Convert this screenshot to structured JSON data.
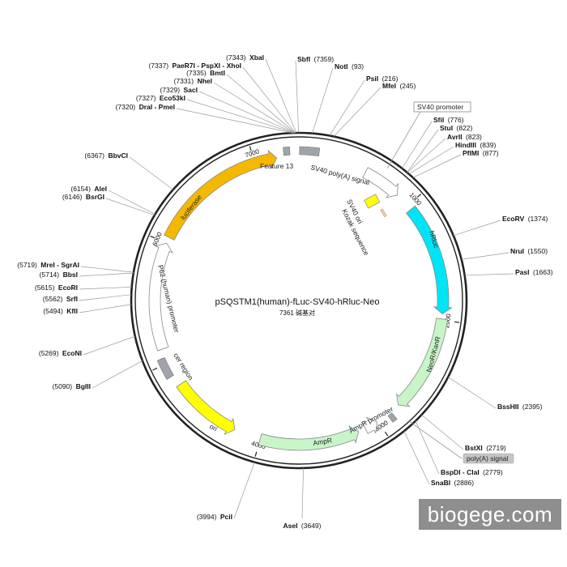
{
  "title": "pSQSTM1(human)-fLuc-SV40-hRluc-Neo",
  "subtitle": "7361 碱基对",
  "watermark": "biogege.com",
  "total_bp": 7361,
  "ticks": [
    1000,
    2000,
    3000,
    4000,
    5000,
    6000,
    7000
  ],
  "sites": [
    {
      "name": "SbfI",
      "pos": 7359,
      "label": "(7359)"
    },
    {
      "name": "NotI",
      "pos": 93,
      "label": "(93)"
    },
    {
      "name": "PsiI",
      "pos": 216,
      "label": "(216)"
    },
    {
      "name": "MfeI",
      "pos": 245,
      "label": "(245)"
    },
    {
      "name": "SfiI",
      "pos": 776,
      "label": "(776)"
    },
    {
      "name": "StuI",
      "pos": 822,
      "label": "(822)"
    },
    {
      "name": "AvrII",
      "pos": 823,
      "label": "(823)"
    },
    {
      "name": "HindIII",
      "pos": 839,
      "label": "(839)"
    },
    {
      "name": "PflMI",
      "pos": 877,
      "label": "(877)"
    },
    {
      "name": "EcoRV",
      "pos": 1374,
      "label": "(1374)"
    },
    {
      "name": "NruI",
      "pos": 1550,
      "label": "(1550)"
    },
    {
      "name": "PasI",
      "pos": 1663,
      "label": "(1663)"
    },
    {
      "name": "BssHII",
      "pos": 2395,
      "label": "(2395)"
    },
    {
      "name": "BstXI",
      "pos": 2719,
      "label": "(2719)"
    },
    {
      "name": "BspDI - ClaI",
      "pos": 2779,
      "label": "(2779)"
    },
    {
      "name": "SnaBI",
      "pos": 2886,
      "label": "(2886)"
    },
    {
      "name": "AseI",
      "pos": 3649,
      "label": "(3649)"
    },
    {
      "name": "PciI",
      "pos": 3994,
      "label": "(3994)"
    },
    {
      "name": "BglII",
      "pos": 5090,
      "label": "(5090)"
    },
    {
      "name": "EcoNI",
      "pos": 5269,
      "label": "(5269)"
    },
    {
      "name": "KflI",
      "pos": 5494,
      "label": "(5494)"
    },
    {
      "name": "SrfI",
      "pos": 5562,
      "label": "(5562)"
    },
    {
      "name": "EcoRI",
      "pos": 5615,
      "label": "(5615)"
    },
    {
      "name": "BbsI",
      "pos": 5714,
      "label": "(5714)"
    },
    {
      "name": "MreI - SgrAI",
      "pos": 5719,
      "label": "(5719)"
    },
    {
      "name": "BsrGI",
      "pos": 6146,
      "label": "(6146)"
    },
    {
      "name": "AleI",
      "pos": 6154,
      "label": "(6154)"
    },
    {
      "name": "BbvCI",
      "pos": 6367,
      "label": "(6367)"
    },
    {
      "name": "DraI - PmeI",
      "pos": 7320,
      "label": "(7320)"
    },
    {
      "name": "Eco53kI",
      "pos": 7327,
      "label": "(7327)"
    },
    {
      "name": "SacI",
      "pos": 7329,
      "label": "(7329)"
    },
    {
      "name": "NheI",
      "pos": 7331,
      "label": "(7331)"
    },
    {
      "name": "BmtI",
      "pos": 7335,
      "label": "(7335)"
    },
    {
      "name": "PaeR7I - PspXI - XhoI",
      "pos": 7337,
      "label": "(7337)"
    },
    {
      "name": "XbaI",
      "pos": 7343,
      "label": "(7343)"
    }
  ],
  "features": [
    {
      "name": "luciferase",
      "start": 6050,
      "end": 7180,
      "strand": 1,
      "color": "#f5b800"
    },
    {
      "name": "hRluc",
      "start": 1040,
      "end": 1950,
      "strand": 1,
      "color": "#00e5f5"
    },
    {
      "name": "NeoR/KanR",
      "start": 1990,
      "end": 2790,
      "strand": 1,
      "color": "#c8f5c8"
    },
    {
      "name": "AmpR",
      "start": 3180,
      "end": 4000,
      "strand": -1,
      "color": "#c8f5c8"
    },
    {
      "name": "ori",
      "start": 4220,
      "end": 4800,
      "strand": -1,
      "color": "#ffff00"
    },
    {
      "name": "P62 (human) promoter",
      "start": 5120,
      "end": 6000,
      "strand": 1,
      "color": "#ffffff"
    },
    {
      "name": "SV40 poly(A) signal",
      "start": 560,
      "end": 880,
      "strand": 1,
      "color": "#ffffff"
    },
    {
      "name": "AmpR promoter",
      "start": 3010,
      "end": 3120,
      "strand": -1,
      "color": "#ffffff"
    }
  ],
  "boxes": [
    {
      "name": "Feature 13",
      "start": 7240,
      "end": 7290,
      "color": "#a0a4aa"
    },
    {
      "name": "SV40 poly(A) signal block",
      "start": 5,
      "end": 160,
      "color": "#a0a4aa"
    },
    {
      "name": "cer region",
      "start": 4890,
      "end": 5050,
      "color": "#a0a4aa"
    },
    {
      "name": "small grey",
      "start": 2870,
      "end": 2910,
      "color": "#a0a4aa"
    }
  ],
  "inner_labels": [
    {
      "text": "Feature 13"
    },
    {
      "text": "SV40 poly(A) signal"
    },
    {
      "text": "SV40 ori"
    },
    {
      "text": "Kozak sequence"
    },
    {
      "text": "hRluc"
    },
    {
      "text": "NeoR/KanR"
    },
    {
      "text": "AmpR promoter"
    },
    {
      "text": "AmpR"
    },
    {
      "text": "ori"
    },
    {
      "text": "cer region"
    },
    {
      "text": "P62 (human) promoter"
    },
    {
      "text": "luciferase"
    }
  ],
  "boxed_labels": [
    {
      "text": "SV40 promoter",
      "style": "outline"
    },
    {
      "text": "poly(A) signal",
      "style": "filled"
    }
  ]
}
